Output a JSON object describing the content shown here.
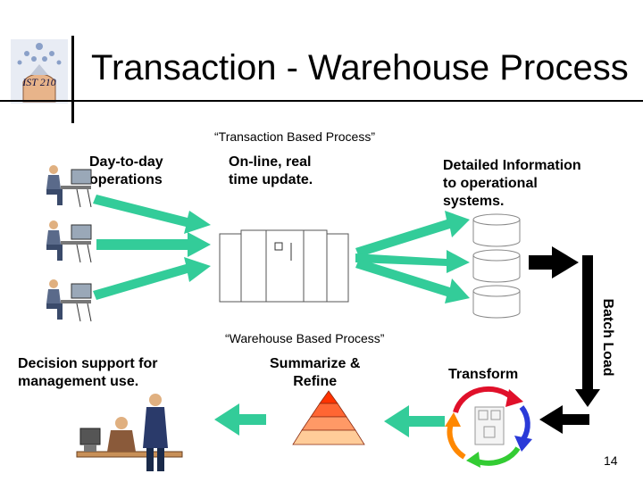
{
  "slide": {
    "title": "Transaction - Warehouse Process",
    "logo_text": "IST 210",
    "page_number": "14"
  },
  "transaction": {
    "section_label": "“Transaction Based Process”",
    "day_to_day": "Day-to-day\noperations",
    "online_update": "On-line, real\ntime update.",
    "detailed_info": "Detailed Information\nto operational\nsystems."
  },
  "warehouse": {
    "section_label": "“Warehouse Based Process”",
    "decision_support": "Decision support for\nmanagement use.",
    "summarize": "Summarize &\nRefine",
    "transform": "Transform",
    "batch_load": "Batch Load"
  },
  "colors": {
    "arrow_green": "#33cc99",
    "pyramid": [
      "#ff3300",
      "#ff6633",
      "#ff9966",
      "#ffcc99"
    ],
    "cycle_red": "#e0102a",
    "cycle_blue": "#2a3ad8",
    "cycle_green": "#33cc33",
    "cycle_orange": "#ff8800"
  }
}
